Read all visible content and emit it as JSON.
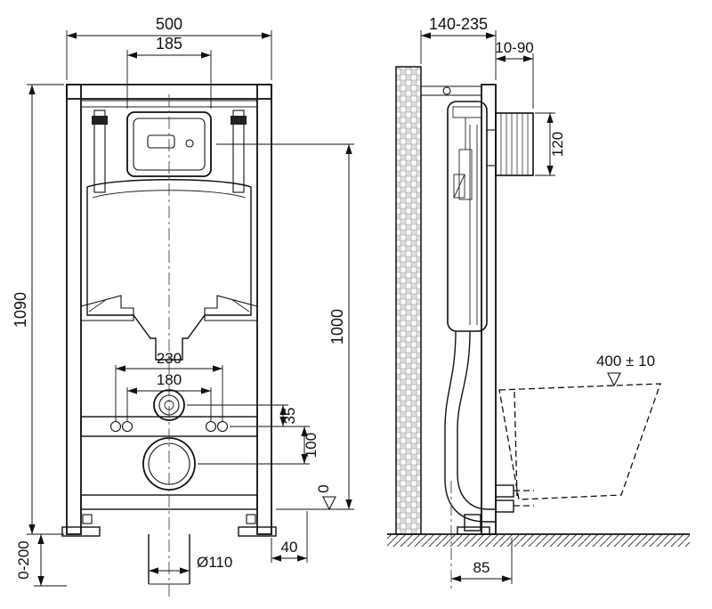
{
  "front_view": {
    "frame_width": "500",
    "plate_width": "185",
    "frame_height": "1090",
    "plate_center_height": "1000",
    "fixing_spacing_outer": "230",
    "fixing_spacing_inner": "180",
    "offset_small": "35",
    "offset_large": "100",
    "foot_adjust_range": "0-200",
    "edge_offset": "40",
    "drain_diameter": "Ø110",
    "floor_datum": "0"
  },
  "side_view": {
    "frame_depth_range": "140-235",
    "plate_gap_range": "10-90",
    "plate_height": "120",
    "bowl_height": "400 ± 10",
    "outlet_offset": "85"
  }
}
